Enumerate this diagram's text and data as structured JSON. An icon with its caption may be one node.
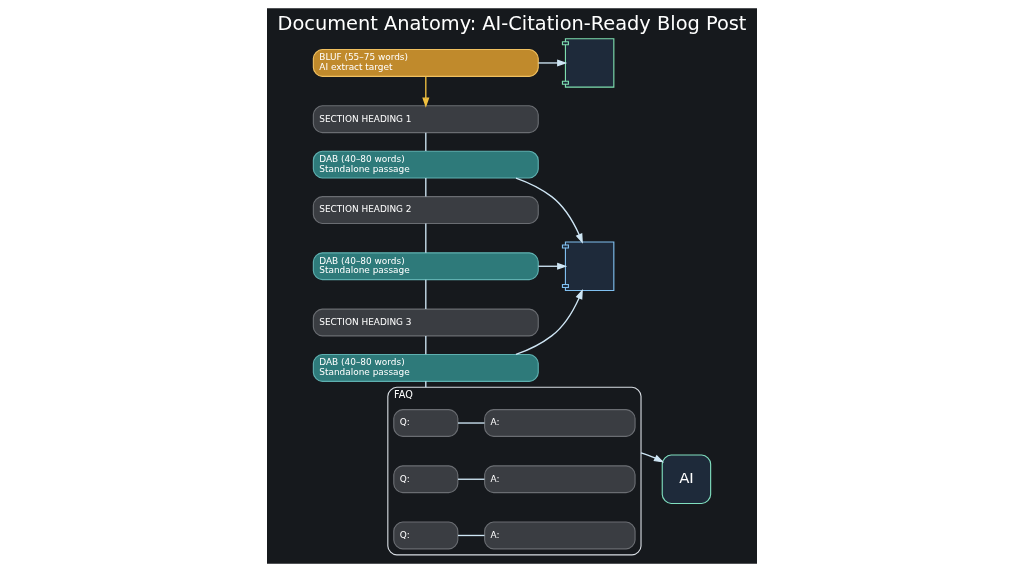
{
  "diagram": {
    "title": "Document Anatomy: AI-Citation-Ready Blog Post",
    "nodes": [
      {
        "text": [
          "BLUF (55–75 words)",
          "AI extract target"
        ]
      },
      {
        "text": [
          "SECTION HEADING 1"
        ]
      },
      {
        "text": [
          "DAB (40–80 words)",
          "Standalone passage"
        ]
      },
      {
        "text": [
          "SECTION HEADING 2"
        ]
      },
      {
        "text": [
          "DAB (40–80 words)",
          "Standalone passage"
        ]
      },
      {
        "text": [
          "SECTION HEADING 3"
        ]
      },
      {
        "text": [
          "DAB (40–80 words)",
          "Standalone passage"
        ]
      },
      {
        "text": [
          "FAQ"
        ]
      },
      {
        "text": [
          "Q:"
        ],
        "in": 7
      },
      {
        "text": [
          "A:"
        ],
        "in": 7
      },
      {
        "text": [
          "Q:"
        ],
        "in": 7
      },
      {
        "text": [
          "A:"
        ],
        "in": 7
      },
      {
        "text": [
          "Q:"
        ],
        "in": 7
      },
      {
        "text": [
          "A:"
        ],
        "in": 7
      },
      {
        "text": [],
        "shape": "picture"
      },
      {
        "text": [],
        "shape": "picture"
      },
      {
        "text": [
          "AI"
        ]
      }
    ],
    "edges": [
      {
        "from": 0,
        "to": 1,
        "arrow": "to",
        "color": "#f0c040"
      },
      {
        "from": 1,
        "to": 2,
        "arrow": "none"
      },
      {
        "from": 2,
        "to": 3,
        "arrow": "none"
      },
      {
        "from": 3,
        "to": 4,
        "arrow": "none"
      },
      {
        "from": 4,
        "to": 5,
        "arrow": "none"
      },
      {
        "from": 5,
        "to": 6,
        "arrow": "none"
      },
      {
        "from": 6,
        "to": 7,
        "arrow": "none"
      },
      {
        "from": 8,
        "to": 9,
        "arrow": "none"
      },
      {
        "from": 10,
        "to": 11,
        "arrow": "none"
      },
      {
        "from": 12,
        "to": 13,
        "arrow": "none"
      },
      {
        "from": 0,
        "to": 14,
        "arrow": "to"
      },
      {
        "from": 2,
        "to": 15,
        "arrow": "to"
      },
      {
        "from": 4,
        "to": 15,
        "arrow": "to"
      },
      {
        "from": 6,
        "to": 15,
        "arrow": "to"
      },
      {
        "from": 7,
        "to": 16,
        "arrow": "to"
      }
    ]
  }
}
